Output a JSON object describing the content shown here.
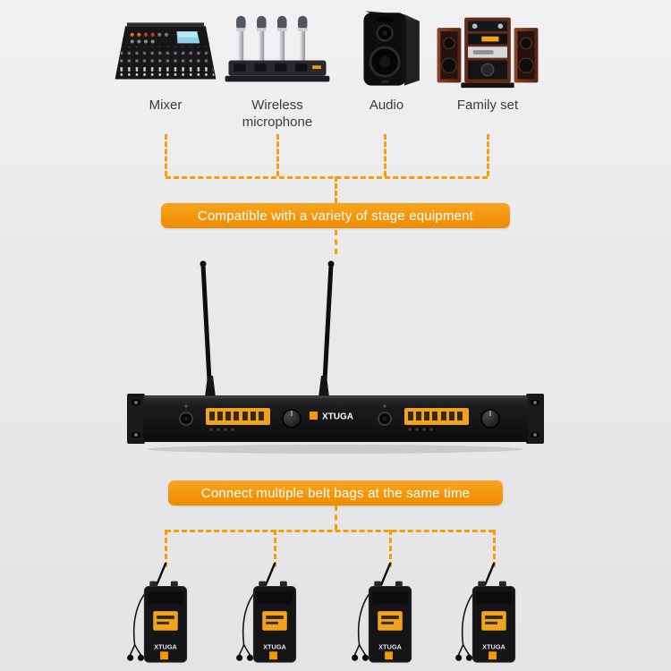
{
  "colors": {
    "accent_orange": "#f5a000",
    "banner_gradient_top": "#f7a61f",
    "banner_gradient_bottom": "#ee8b00",
    "background": "#eaeaec",
    "label_text": "#3a3a3a",
    "display_orange": "#f2a31c",
    "device_black": "#161618"
  },
  "equipment": [
    {
      "label": "Mixer"
    },
    {
      "label": "Wireless microphone"
    },
    {
      "label": "Audio"
    },
    {
      "label": "Family set"
    }
  ],
  "banners": {
    "compatible": {
      "text": "Compatible with a variety of stage equipment"
    },
    "connect": {
      "text": "Connect multiple belt bags at the same time"
    }
  },
  "device": {
    "brand": "XTUGA"
  },
  "receivers": [
    {
      "brand": "XTUGA"
    },
    {
      "brand": "XTUGA"
    },
    {
      "brand": "XTUGA"
    },
    {
      "brand": "XTUGA"
    }
  ]
}
